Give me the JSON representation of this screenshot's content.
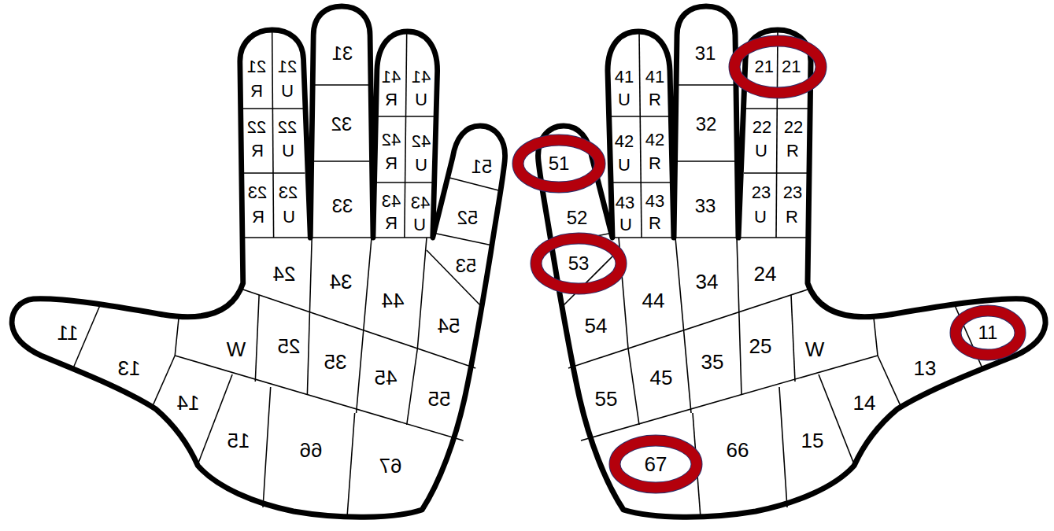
{
  "diagram": {
    "nodes": [
      {
        "text": [
          "21",
          "21"
        ]
      },
      {
        "text": [
          "51"
        ]
      },
      {
        "text": [
          "53"
        ]
      },
      {
        "text": [
          "11"
        ]
      },
      {
        "text": [
          "67"
        ]
      }
    ],
    "labels": [
      "51",
      "52",
      "53",
      "41",
      "41",
      "U",
      "R",
      "42",
      "42",
      "U",
      "R",
      "43",
      "43",
      "U",
      "R",
      "31",
      "32",
      "33",
      "21",
      "21",
      "U",
      "R",
      "22",
      "22",
      "U",
      "R",
      "23",
      "23",
      "U",
      "R",
      "44",
      "34",
      "24",
      "54",
      "45",
      "35",
      "25",
      "W",
      "55",
      "66",
      "15",
      "14",
      "13",
      "67",
      "11",
      "52",
      "41",
      "41",
      "U",
      "R",
      "42",
      "42",
      "U",
      "R",
      "43",
      "43",
      "U",
      "R",
      "31",
      "32",
      "33",
      "22",
      "22",
      "U",
      "R",
      "23",
      "23",
      "U",
      "R",
      "44",
      "34",
      "24",
      "54",
      "45",
      "35",
      "25",
      "W",
      "55",
      "66",
      "15",
      "14",
      "13"
    ]
  }
}
